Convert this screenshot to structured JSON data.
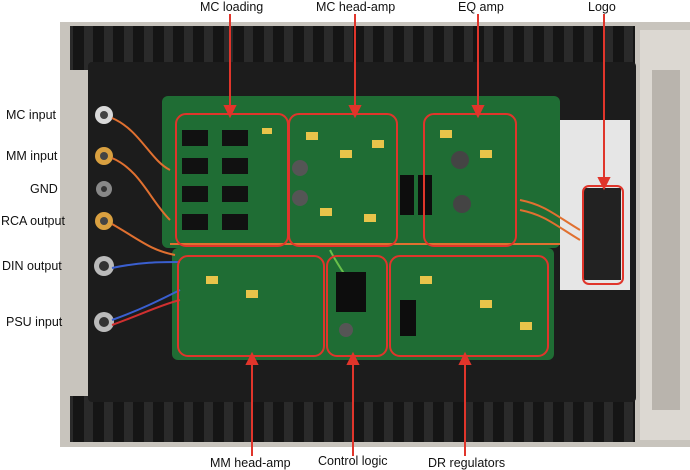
{
  "labels": {
    "mc_loading": "MC loading",
    "mc_head_amp": "MC head-amp",
    "eq_amp": "EQ amp",
    "logo": "Logo",
    "mc_input": "MC input",
    "mm_input": "MM input",
    "gnd": "GND",
    "rca_output": "RCA output",
    "din_output": "DIN output",
    "psu_input": "PSU input",
    "mm_head_amp": "MM head-amp",
    "control_logic": "Control logic",
    "dr_regulators": "DR regulators"
  },
  "colors": {
    "annotation": "#e0352b",
    "pcb": "#1f6d34",
    "heatsink": "#1a1a1a"
  }
}
